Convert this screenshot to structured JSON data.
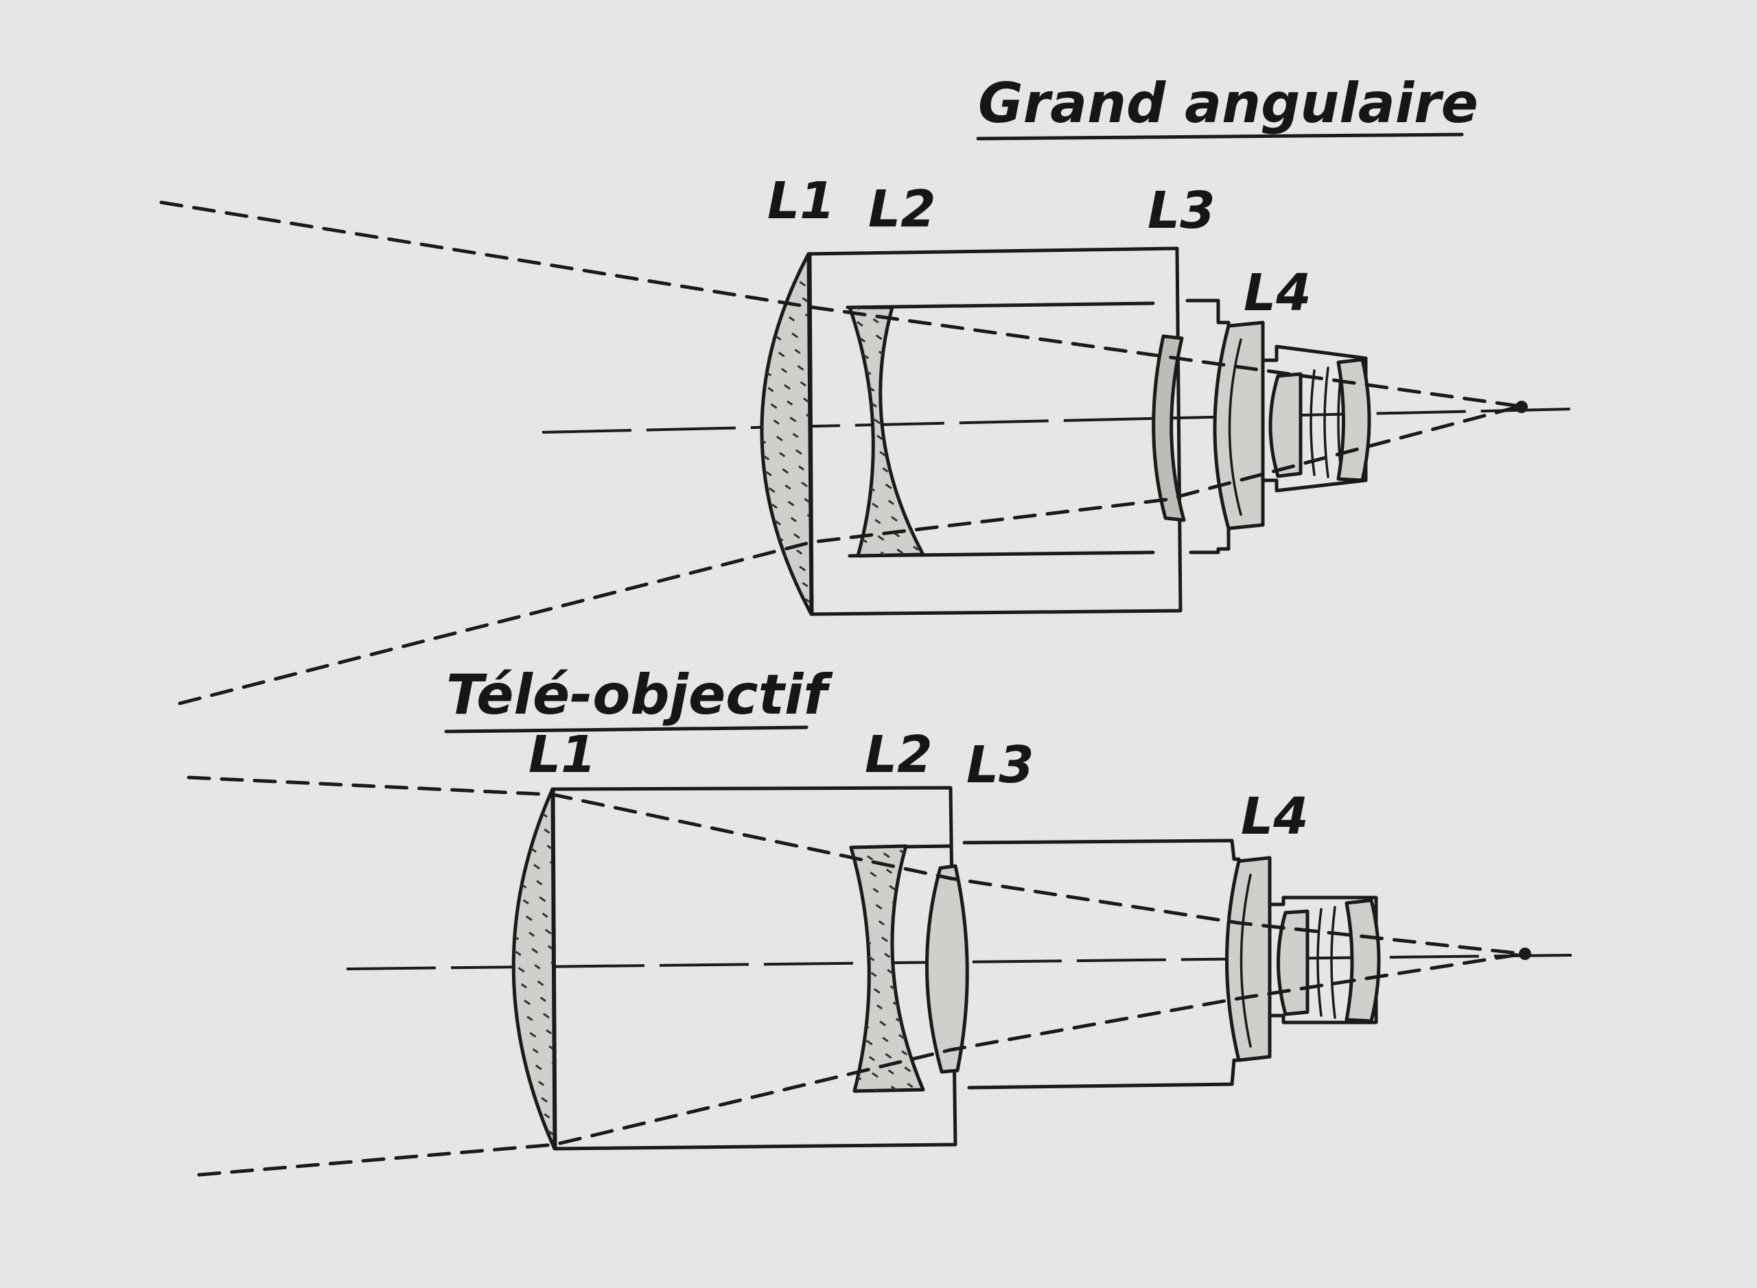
{
  "diagrams": {
    "wide_angle": {
      "title": "Grand angulaire",
      "lens_labels": [
        "L1",
        "L2",
        "L3",
        "L4"
      ]
    },
    "telephoto": {
      "title": "Télé-objectif",
      "lens_labels": [
        "L1",
        "L2",
        "L3",
        "L4"
      ]
    }
  },
  "colors": {
    "paper": "#e6e6e4",
    "ink": "#1a1a1a",
    "glass": "#cfcfcb"
  }
}
